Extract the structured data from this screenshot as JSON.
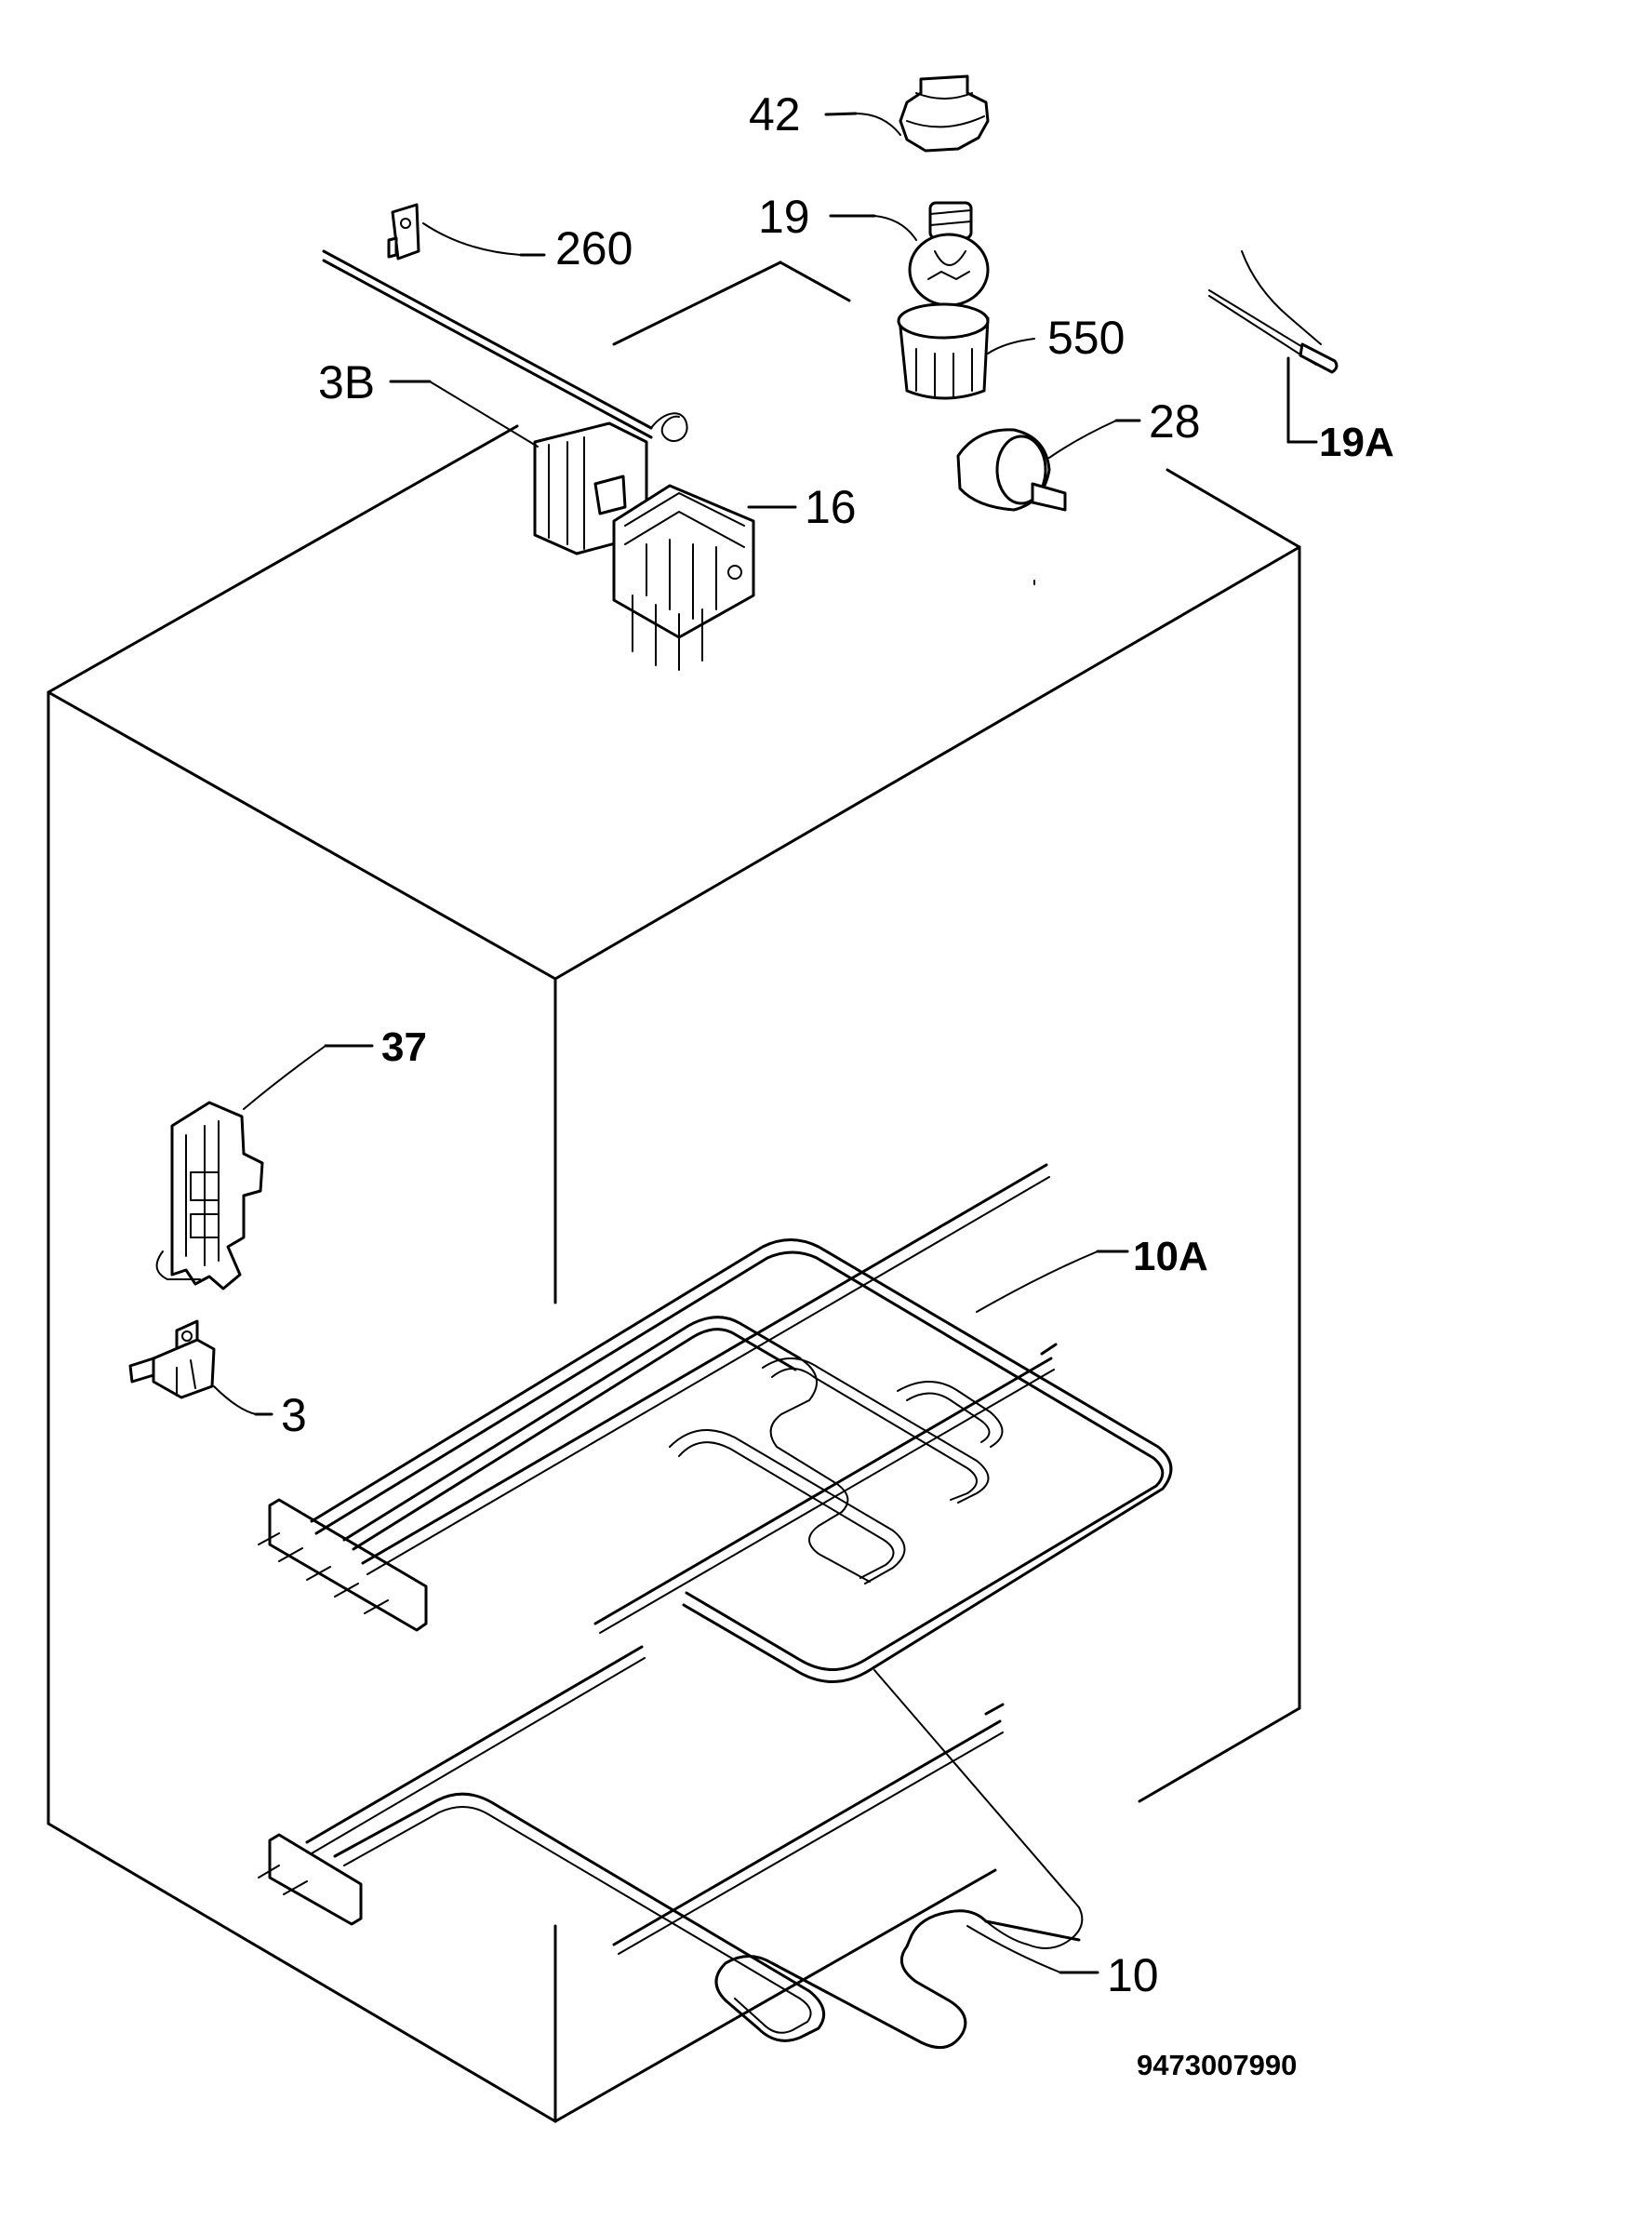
{
  "labels": {
    "p42": "42",
    "p19": "19",
    "p260": "260",
    "p550": "550",
    "p3B": "3B",
    "p28": "28",
    "p19A": "19A",
    "p16": "16",
    "p37": "37",
    "p10A": "10A",
    "p3": "3",
    "p10": "10"
  },
  "drawing_code": "9473007990"
}
